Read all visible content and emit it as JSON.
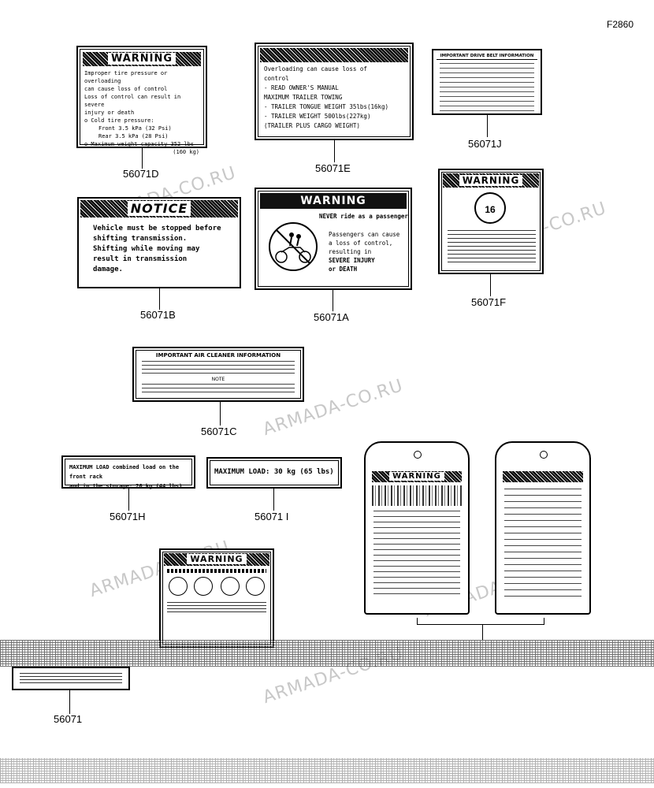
{
  "figure_code": "F2860",
  "watermark": "ARMADA-CO.RU",
  "labels": {
    "d": {
      "part": "56071D",
      "title": "WARNING",
      "lines": [
        "Improper tire pressure or overloading",
        "can cause loss of control",
        "Loss of control can result in severe",
        "injury or death",
        "o Cold tire pressure:",
        "Front 3.5 kPa (32 Psi)",
        "Rear 3.5 kPa (28 Psi)",
        "o Maximum weight capacity 352 lbs",
        "(160 kg)"
      ]
    },
    "e": {
      "part": "56071E",
      "lines": [
        "Overloading can cause loss of",
        "control",
        "- READ OWNER'S MANUAL",
        "MAXIMUM TRAILER TOWING",
        "- TRAILER TONGUE WEIGHT 35lbs(16kg)",
        "- TRAILER WEIGHT  500lbs(227kg)",
        "(TRAILER PLUS CARGO WEIGHT)"
      ]
    },
    "j": {
      "part": "56071J",
      "title": "IMPORTANT DRIVE BELT INFORMATION"
    },
    "b": {
      "part": "56071B",
      "title": "NOTICE",
      "lines": [
        "Vehicle must be stopped before",
        "shifting transmission.",
        "Shifting while moving may",
        "result in transmission",
        "damage."
      ]
    },
    "a": {
      "part": "56071A",
      "title": "WARNING",
      "never": "NEVER ride as a passenger",
      "lines": [
        "Passengers can cause",
        "a loss of control,",
        "resulting in",
        "SEVERE INJURY",
        "or DEATH"
      ]
    },
    "f": {
      "part": "56071F",
      "title": "WARNING",
      "badge": "16"
    },
    "c": {
      "part": "56071C",
      "title": "IMPORTANT AIR CLEANER INFORMATION",
      "note": "NOTE"
    },
    "h": {
      "part": "56071H",
      "lines": [
        "MAXIMUM LOAD combined load on the front rack",
        "and in the storage: 20 kg (44 lbs)"
      ]
    },
    "i": {
      "part": "56071 I",
      "text": "MAXIMUM LOAD: 30 kg (65 lbs)"
    },
    "g": {
      "title": "WARNING"
    },
    "k": {
      "part": "56071"
    },
    "tag_left": {
      "title": "WARNING"
    }
  }
}
